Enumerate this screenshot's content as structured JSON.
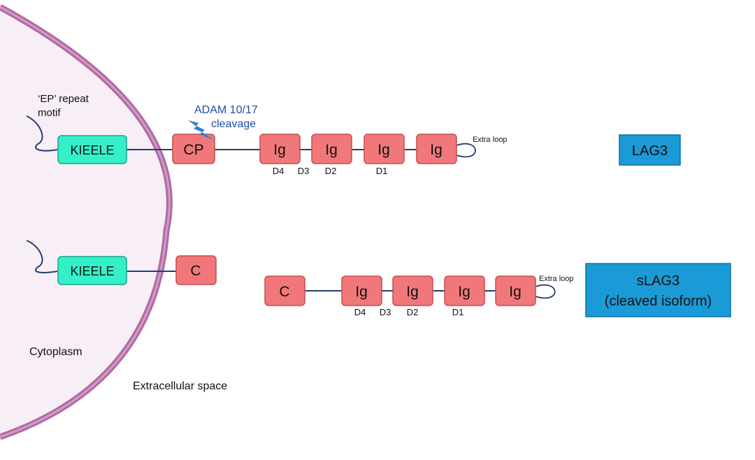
{
  "colors": {
    "membrane": "#b06aa2",
    "membrane_inner": "#d19ac8",
    "cytoplasm": "#f7eef6",
    "domain_fill": "#f0787a",
    "domain_stroke": "#c94a50",
    "kieele_fill": "#34f0c8",
    "kieele_stroke": "#14a886",
    "line": "#1f3f6e",
    "badge_fill": "#1a9ad7",
    "badge_stroke": "#0d6fa3",
    "cleavage": "#2f7fd0"
  },
  "labels": {
    "ep_repeat_line1": "‘EP’ repeat",
    "ep_repeat_line2": "motif",
    "adam_line1": "ADAM 10/17",
    "adam_line2": "cleavage",
    "cytoplasm": "Cytoplasm",
    "extracellular": "Extracellular space",
    "extra_loop": "Extra loop"
  },
  "row1": {
    "kieele": "KIEELE",
    "cp": "CP",
    "ig": [
      "Ig",
      "Ig",
      "Ig",
      "Ig"
    ],
    "domains": [
      "D4",
      "D3",
      "D2",
      "D1"
    ],
    "badge": "LAG3"
  },
  "row2": {
    "kieele": "KIEELE",
    "c_membrane": "C",
    "c_free": "C",
    "ig": [
      "Ig",
      "Ig",
      "Ig",
      "Ig"
    ],
    "domains": [
      "D4",
      "D3",
      "D2",
      "D1"
    ],
    "badge_line1": "sLAG3",
    "badge_line2": "(cleaved isoform)"
  }
}
